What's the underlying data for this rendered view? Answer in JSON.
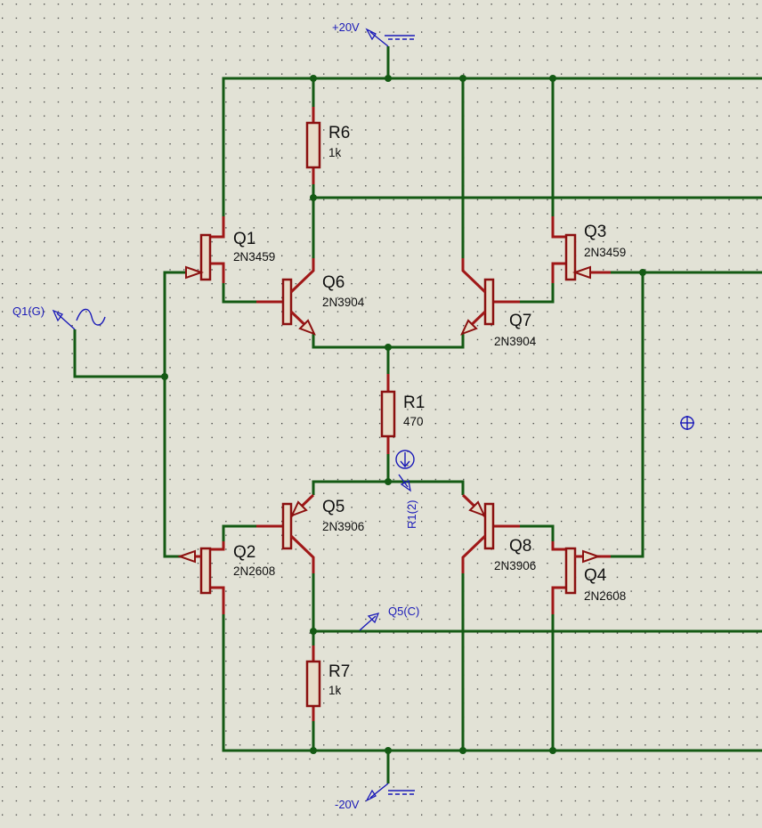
{
  "power": {
    "vpos_label": "+20V",
    "vneg_label": "-20V"
  },
  "components": {
    "R1": {
      "ref": "R1",
      "value": "470"
    },
    "R6": {
      "ref": "R6",
      "value": "1k"
    },
    "R7": {
      "ref": "R7",
      "value": "1k"
    },
    "Q1": {
      "ref": "Q1",
      "model": "2N3459"
    },
    "Q2": {
      "ref": "Q2",
      "model": "2N2608"
    },
    "Q3": {
      "ref": "Q3",
      "model": "2N3459"
    },
    "Q4": {
      "ref": "Q4",
      "model": "2N2608"
    },
    "Q5": {
      "ref": "Q5",
      "model": "2N3906"
    },
    "Q6": {
      "ref": "Q6",
      "model": "2N3904"
    },
    "Q7": {
      "ref": "Q7",
      "model": "2N3904"
    },
    "Q8": {
      "ref": "Q8",
      "model": "2N3906"
    }
  },
  "probes": {
    "source": "Q1(G)",
    "current": "R1(2)",
    "voltage": "Q5(C)"
  },
  "colors": {
    "background": "#e2e2d6",
    "grid_dot": "#3a3a3a",
    "wire": "#145a14",
    "lead": "#a01818",
    "component_outline": "#8b1010",
    "probe": "#1a1ab8"
  }
}
